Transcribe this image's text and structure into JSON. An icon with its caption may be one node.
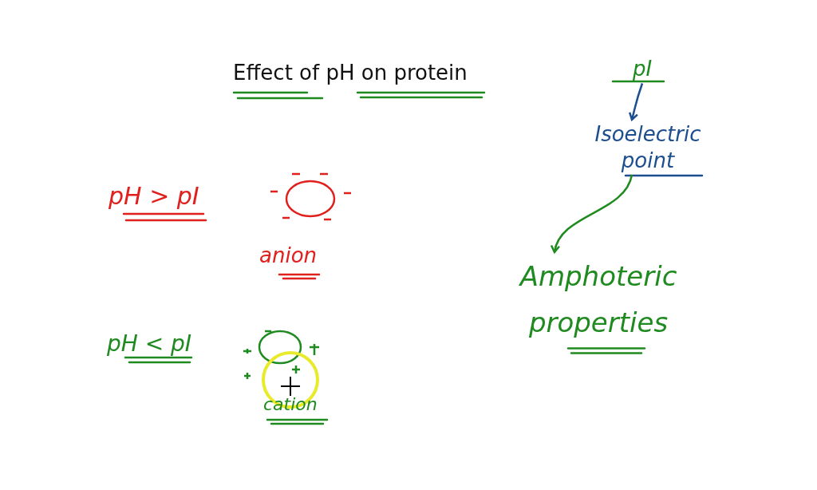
{
  "diagram": {
    "title": "Effect of pH on protein",
    "nodes": [
      {
        "text": [
          "pI"
        ]
      },
      {
        "text": [
          "Isoelectric point"
        ]
      },
      {
        "text": [
          "Amphoteric properties"
        ]
      }
    ],
    "edges": [
      {
        "from": 0,
        "to": 1,
        "arrow": "to",
        "color": "#1d4e8f"
      },
      {
        "from": 1,
        "to": 2,
        "arrow": "to",
        "color": "#1f8a1f"
      }
    ],
    "labels": [
      "pH > pI",
      "anion",
      "pH < pI",
      "cation"
    ]
  }
}
